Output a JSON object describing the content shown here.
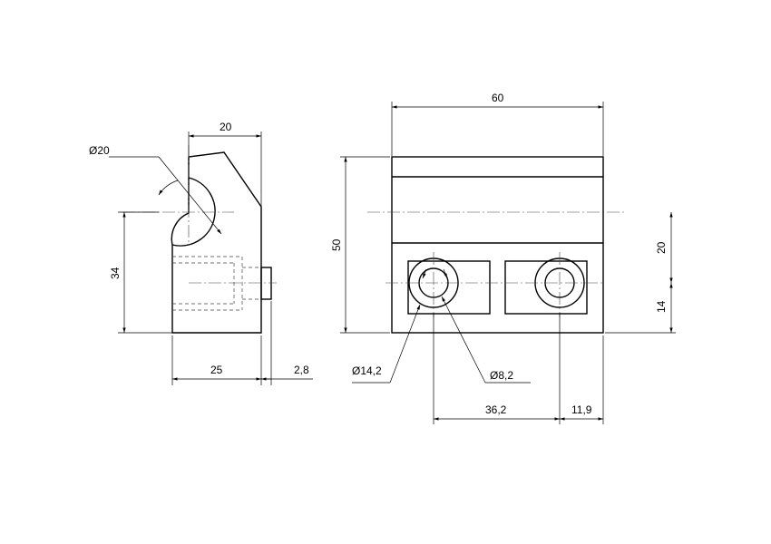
{
  "drawing": {
    "side_view": {
      "dim_width_top": "20",
      "dim_arc_diameter": "Ø20",
      "dim_height": "34",
      "dim_width_bottom": "25",
      "dim_boss": "2,8"
    },
    "front_view": {
      "dim_overall_width": "60",
      "dim_overall_height": "50",
      "dim_height_upper": "20",
      "dim_height_lower": "14",
      "dim_counterbore": "Ø14,2",
      "dim_hole": "Ø8,2",
      "dim_hole_spacing": "36,2",
      "dim_hole_edge": "11,9"
    }
  }
}
